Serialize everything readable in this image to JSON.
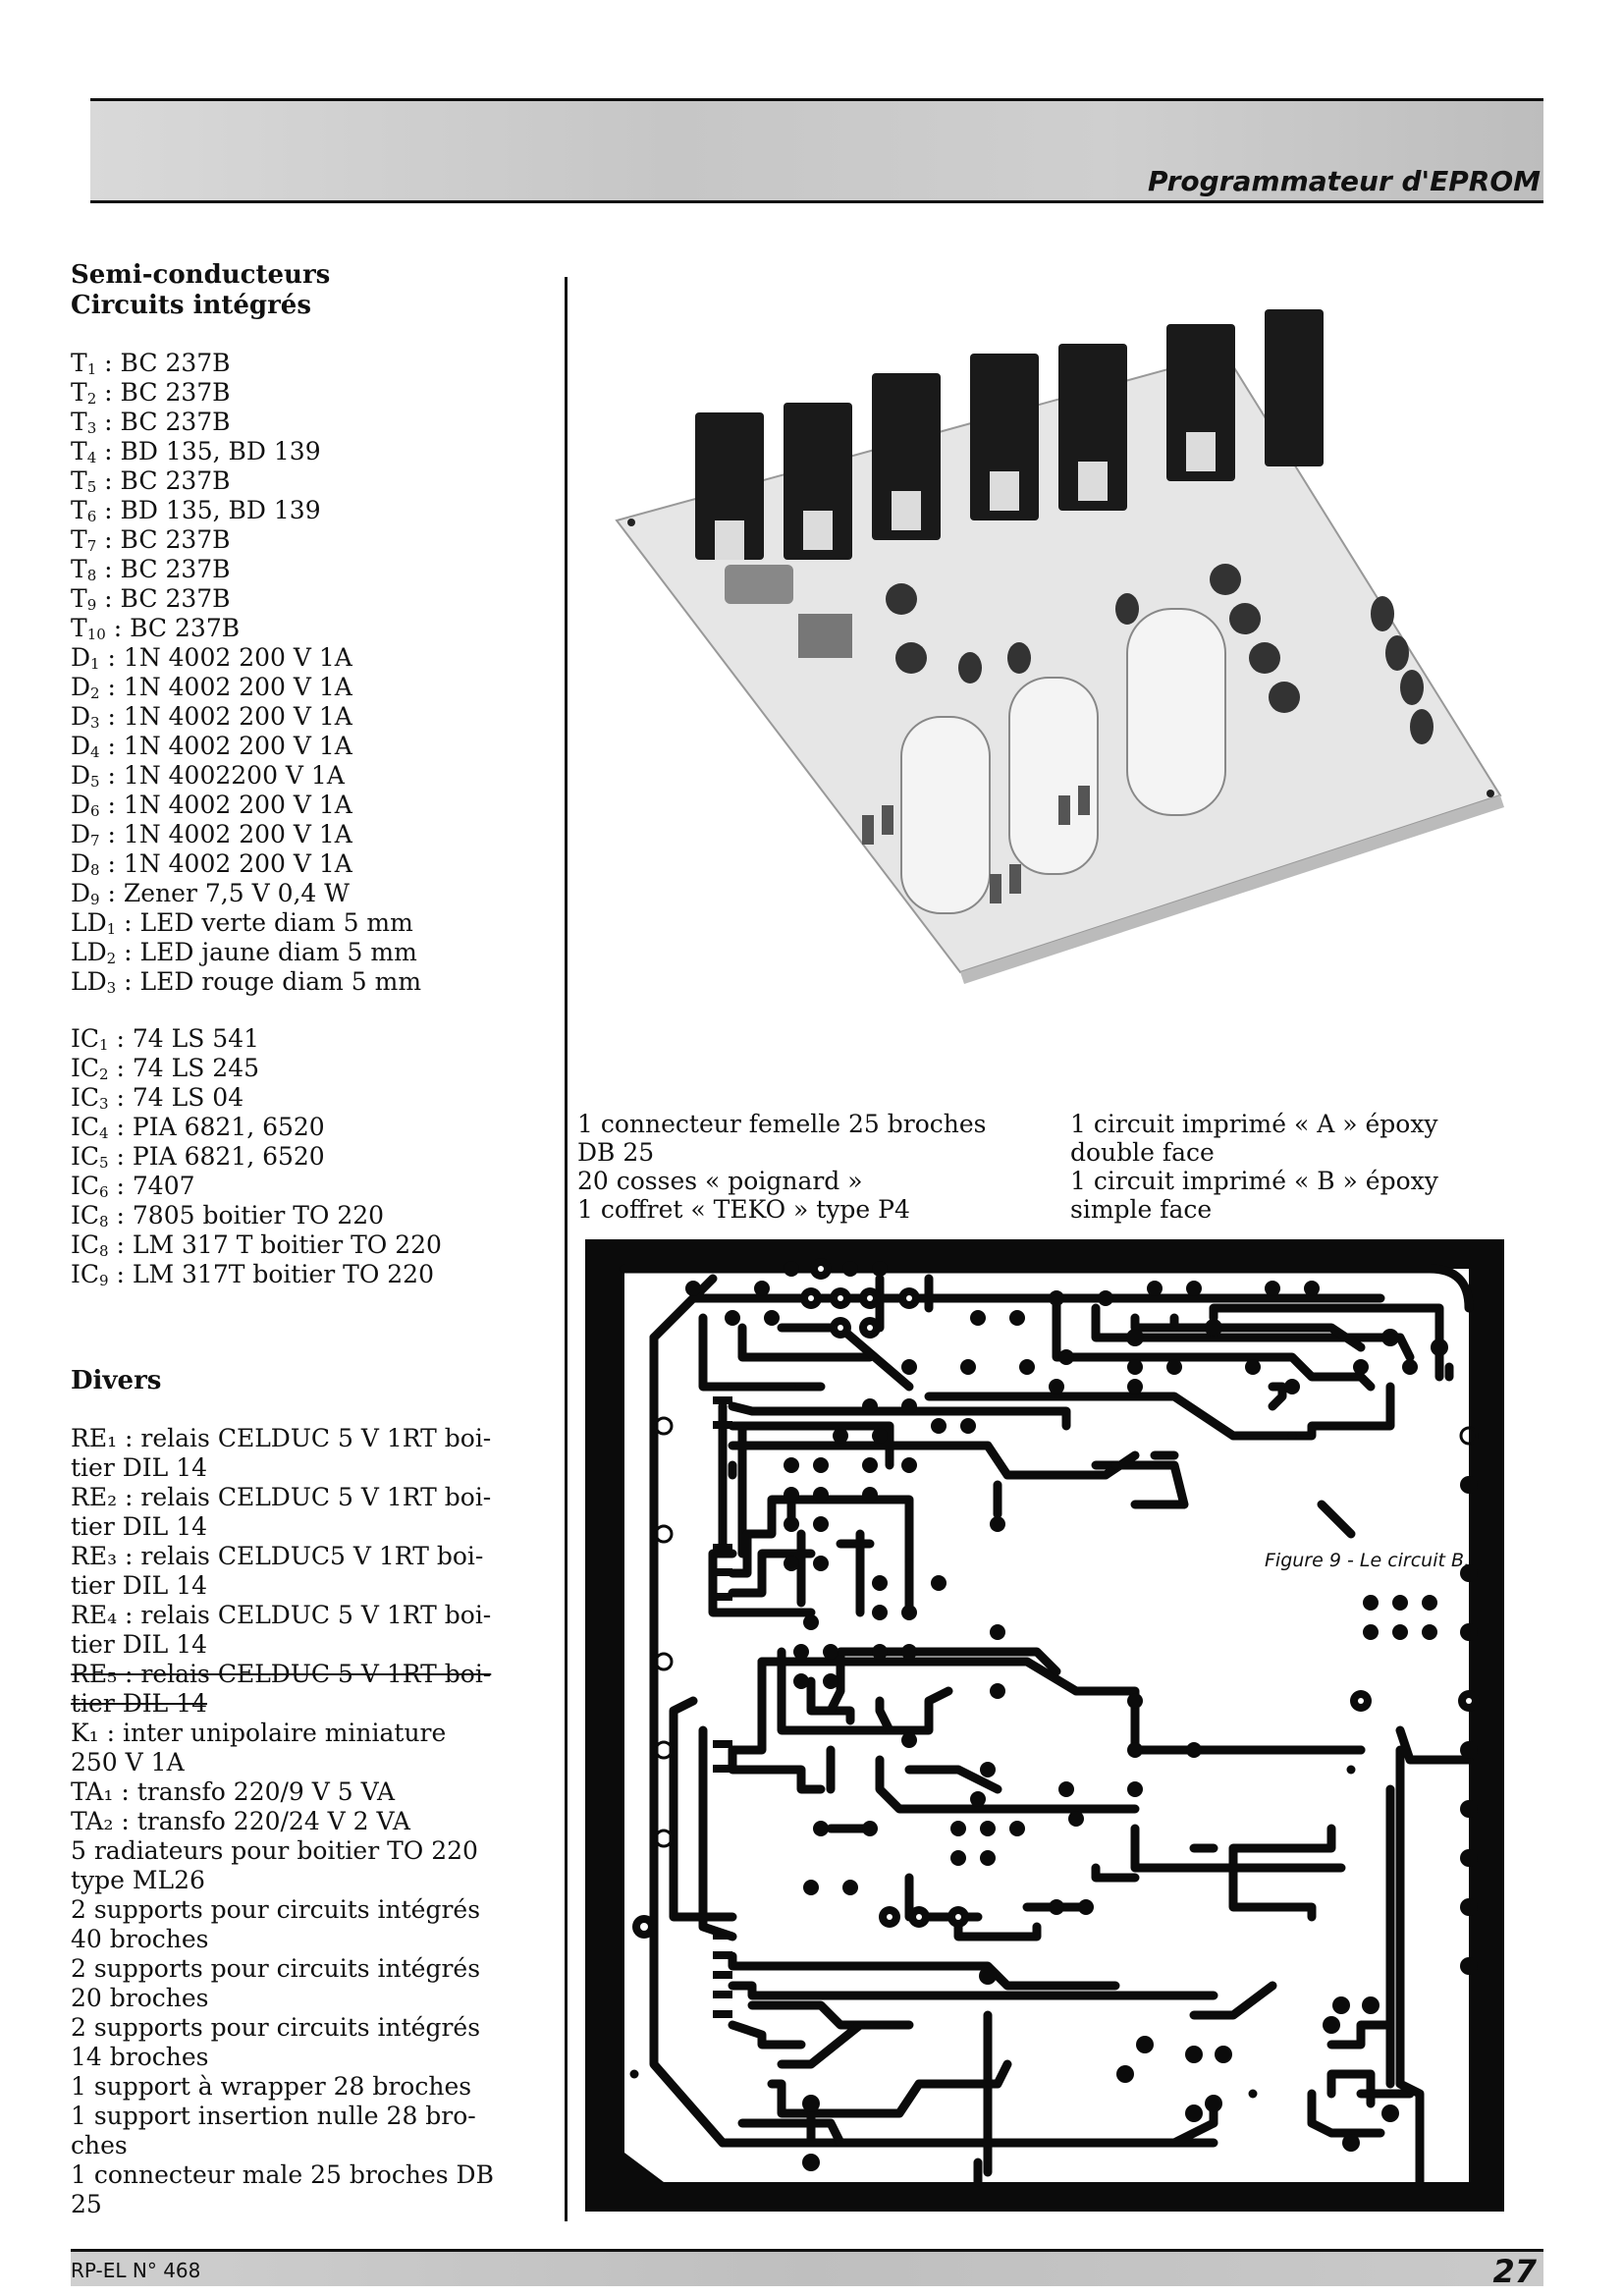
{
  "header": {
    "title": "Programmateur d'EPROM"
  },
  "semiconductors": {
    "heading1": "Semi-conducteurs",
    "heading2": "Circuits intégrés",
    "items": [
      {
        "ref": "T",
        "sub": "1",
        "text": " : BC 237B"
      },
      {
        "ref": "T",
        "sub": "2",
        "text": " : BC 237B"
      },
      {
        "ref": "T",
        "sub": "3",
        "text": " : BC 237B"
      },
      {
        "ref": "T",
        "sub": "4",
        "text": " : BD 135, BD 139"
      },
      {
        "ref": "T",
        "sub": "5",
        "text": " : BC 237B"
      },
      {
        "ref": "T",
        "sub": "6",
        "text": " : BD 135, BD 139"
      },
      {
        "ref": "T",
        "sub": "7",
        "text": " : BC 237B"
      },
      {
        "ref": "T",
        "sub": "8",
        "text": " : BC 237B"
      },
      {
        "ref": "T",
        "sub": "9",
        "text": " : BC 237B"
      },
      {
        "ref": "T",
        "sub": "10",
        "text": " : BC 237B"
      },
      {
        "ref": "D",
        "sub": "1",
        "text": " : 1N 4002 200 V 1A"
      },
      {
        "ref": "D",
        "sub": "2",
        "text": " : 1N 4002 200 V 1A"
      },
      {
        "ref": "D",
        "sub": "3",
        "text": " : 1N 4002 200 V 1A"
      },
      {
        "ref": "D",
        "sub": "4",
        "text": " : 1N 4002 200 V 1A"
      },
      {
        "ref": "D",
        "sub": "5",
        "text": " : 1N 4002200 V 1A"
      },
      {
        "ref": "D",
        "sub": "6",
        "text": " : 1N 4002 200 V 1A"
      },
      {
        "ref": "D",
        "sub": "7",
        "text": " : 1N 4002 200 V 1A"
      },
      {
        "ref": "D",
        "sub": "8",
        "text": " : 1N 4002 200 V 1A"
      },
      {
        "ref": "D",
        "sub": "9",
        "text": " : Zener 7,5 V 0,4 W"
      },
      {
        "ref": "LD",
        "sub": "1",
        "text": " : LED verte diam 5 mm"
      },
      {
        "ref": "LD",
        "sub": "2",
        "text": " : LED jaune diam 5 mm"
      },
      {
        "ref": "LD",
        "sub": "3",
        "text": " : LED rouge diam 5 mm"
      }
    ],
    "ics": [
      {
        "ref": "IC",
        "sub": "1",
        "text": " : 74 LS 541"
      },
      {
        "ref": "IC",
        "sub": "2",
        "text": " : 74 LS 245"
      },
      {
        "ref": "IC",
        "sub": "3",
        "text": " : 74 LS 04"
      },
      {
        "ref": "IC",
        "sub": "4",
        "text": " : PIA 6821, 6520"
      },
      {
        "ref": "IC",
        "sub": "5",
        "text": " : PIA 6821, 6520"
      },
      {
        "ref": "IC",
        "sub": "6",
        "text": " : 7407"
      },
      {
        "ref": "IC",
        "sub": "8",
        "text": " : 7805 boitier TO 220"
      },
      {
        "ref": "IC",
        "sub": "8",
        "text": " : LM 317 T boitier TO 220"
      },
      {
        "ref": "IC",
        "sub": "9",
        "text": " : LM 317T boitier TO 220"
      }
    ]
  },
  "divers": {
    "heading": "Divers",
    "lines": [
      "RE₁ : relais CELDUC 5 V 1RT boi-",
      "tier DIL 14",
      "RE₂ : relais CELDUC 5 V 1RT boi-",
      "tier DIL 14",
      "RE₃ : relais CELDUC5 V 1RT boi-",
      "tier DIL 14",
      "RE₄ : relais CELDUC 5 V 1RT boi-",
      "tier DIL 14",
      "RE₅ : relais CELDUC 5 V 1RT boi-",
      "tier DIL 14",
      "K₁ : inter unipolaire miniature",
      "250 V 1A",
      "TA₁ : transfo 220/9 V 5 VA",
      "TA₂ : transfo 220/24 V 2 VA",
      "5 radiateurs pour boitier TO 220",
      "type ML26",
      "2 supports pour circuits intégrés",
      "40 broches",
      "2 supports pour circuits intégrés",
      "20 broches",
      "2 supports pour circuits intégrés",
      "14 broches",
      "1 support à wrapper 28 broches",
      "1 support insertion nulle 28 bro-",
      "ches",
      "1 connecteur male 25 broches DB",
      "25"
    ]
  },
  "middle": {
    "col_a": [
      "1 connecteur femelle 25 broches",
      "DB 25",
      "20 cosses « poignard »",
      "1 coffret « TEKO » type P4"
    ],
    "col_b": [
      "1 circuit imprimé « A » époxy",
      "double face",
      "1 circuit imprimé « B » époxy",
      "simple face"
    ]
  },
  "figure": {
    "caption": "Figure 9 - Le circuit B."
  },
  "footer": {
    "left": "RP-EL N° 468",
    "page": "27"
  }
}
